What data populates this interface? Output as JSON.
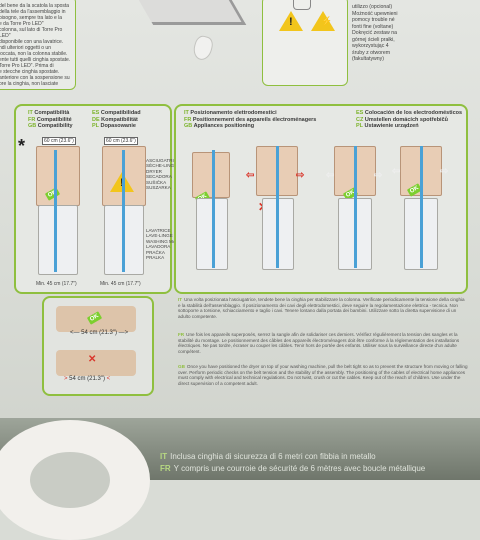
{
  "top_left_text": {
    "lines": [
      "del bene da la scatola la sposta",
      "della tele da l'assemblaggio in",
      "bisogno, sempre tra lato e la",
      "e da Torre Pro LED\"",
      "colonna, sul lato di Torre Pro LED\"",
      "disponibile con una lavatrice.",
      "ndi ulteriori oggetti o un",
      "ioccata, non la colonna stabile.",
      "ente tutti quelli cinghia spostate.",
      "Torre Pro LED\". Prima di",
      "e stecche cinghia spostate.",
      "anteriore con la sospensione su",
      "ore la cinghia, non lasciate"
    ]
  },
  "top_right_text": {
    "lines": [
      "utilizzo (opcional)",
      "Możność upewnieni",
      "pomocy trouble né",
      "fonti fine (voltane)",
      "Dokręcić zestaw na",
      "górnej ścieli prałki,",
      "wykorzystując 4",
      "śruby z otworem",
      "(fakultatywny)"
    ]
  },
  "compat_header": {
    "it": "Compatibilità",
    "fr": "Compatibilité",
    "en": "Compatibility",
    "es": "Compatibilidad",
    "de": "Kompatibilität",
    "pl": "Dopasowanie",
    "codes": [
      "IT",
      "FR",
      "GB",
      "ES",
      "DE",
      "PL"
    ]
  },
  "positioning_header": {
    "it": "Posizionamento elettrodomestici",
    "fr": "Positionnement des appareils électroménagers",
    "en": "Appliances positioning",
    "es": "Colocación de los electrodomésticos",
    "de": "Umstellen domácích spotřebičů",
    "pl": "Ustawienie urządzeń",
    "codes": [
      "IT",
      "FR",
      "GB",
      "ES",
      "CZ",
      "PL"
    ]
  },
  "dims": {
    "top_left": "60 cm (23.6\")",
    "top_right": "60 cm (23.6\")",
    "min_left": "Min. 45 cm (17.7\")",
    "min_right": "Min. 45 cm (17.7\")",
    "width_ok": "54 cm (21.3\")",
    "width_bad": "54 cm (21.3\")"
  },
  "dryer_labels": [
    "ASCIUGATRICE",
    "SÈCHE-LINGE",
    "DRYER",
    "SECADORA",
    "SUŠIČKA",
    "SUSZARKA"
  ],
  "washer_labels": [
    "LAVATRICE",
    "LAVE-LINGE",
    "WASHING MACHINE",
    "LAVADORA",
    "PRAČKA",
    "PRALKA"
  ],
  "ok_label": "OK",
  "asterisk": "*",
  "paragraphs": [
    {
      "code": "IT",
      "text": "Una volta posizionata l'asciugatrice, tendete bene la cinghia per stabilizzare la colonna. Verificate periodicamente la tensione della cinghia e la stabilità dell'assemblaggio. Il posizionamento dei cavi degli elettrodomestici, deve seguire la regolamentazione elettrica - tecnica. Non sottoporre a torsione, schiacciamento e taglio i cavi. Tenere lontano dalla portata dei bambini. Utilizzare sotto la diretta supervisione di un adulto competente."
    },
    {
      "code": "FR",
      "text": "Une fois les appareils superposés, serrez la sangle afin de solidariser ces derniers. Vérifiez régulièrement la tension des sangles et la stabilité du montage. Le positionnement des câbles des appareils électroménagers doit être conforme à la réglementation des installations électriques. Ne pas tordre, écraser ou couper les câbles. Tenir hors de portée des enfants. Utiliser sous la surveillance directe d'un adulte compétent."
    },
    {
      "code": "GB",
      "text": "Once you have positioned the dryer on top of your washing machine, pull the belt tight so as to prevent the structure from moving or falling over. Perform periodic checks on the belt tension and the stability of the assembly. The positioning of the cables of electrical home appliances must comply with electrical and technical regulations. Do not twist, crush or cut the cables. Keep out of the reach of children. Use under the direct supervision of a competent adult."
    }
  ],
  "bottom_lines": [
    {
      "code": "IT",
      "text": "Inclusa cinghia di sicurezza di 6 metri con fibbia in metallo"
    },
    {
      "code": "FR",
      "text": "Y compris une courroie de sécurité de 6 mètres avec boucle métallique"
    }
  ],
  "colors": {
    "accent": "#8fbf3f",
    "belt": "#4aa1d6",
    "warning": "#f2c51c",
    "ok": "#7ccf2f",
    "error": "#d9362b"
  }
}
